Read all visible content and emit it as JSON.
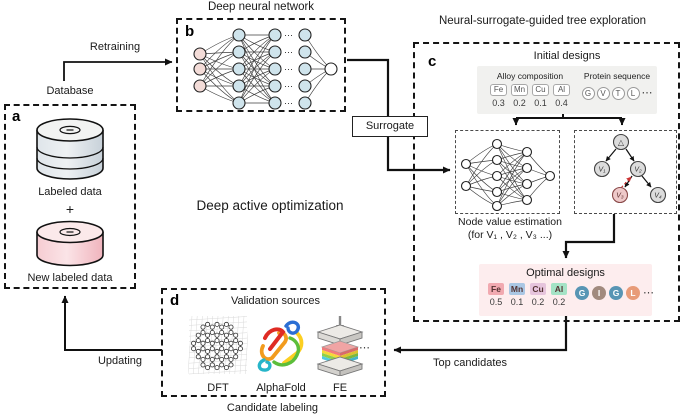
{
  "titles": {
    "deep_neural_network": "Deep neural network",
    "tree_exploration": "Neural-surrogate-guided tree exploration",
    "deep_active_optimization": "Deep active optimization"
  },
  "arrows": {
    "retraining": "Retraining",
    "surrogate": "Surrogate",
    "updating": "Updating",
    "top_candidates": "Top candidates"
  },
  "panel_a": {
    "letter": "a",
    "title": "Database",
    "labeled_data": "Labeled data",
    "plus": "+",
    "new_labeled_data": "New labeled data"
  },
  "panel_b": {
    "letter": "b"
  },
  "panel_c": {
    "letter": "c",
    "initial_designs_title": "Initial designs",
    "alloy": {
      "label": "Alloy composition",
      "elements": [
        "Fe",
        "Mn",
        "Cu",
        "Al"
      ],
      "values": [
        "0.3",
        "0.2",
        "0.1",
        "0.4"
      ]
    },
    "protein": {
      "label": "Protein sequence",
      "residues": [
        "G",
        "V",
        "T",
        "L"
      ],
      "ellipsis": "⋯"
    },
    "node_value_line1": "Node value estimation",
    "node_value_line2": "(for V₁ , V₂ , V₃ ...)",
    "tree": {
      "root": "△",
      "nodes": [
        "V₁",
        "V₂",
        "V₃",
        "V₄"
      ]
    },
    "optimal": {
      "title": "Optimal designs",
      "elements": [
        {
          "symbol": "Fe",
          "value": "0.5",
          "color": "#f1a9b0"
        },
        {
          "symbol": "Mn",
          "value": "0.1",
          "color": "#aac7e4"
        },
        {
          "symbol": "Cu",
          "value": "0.2",
          "color": "#e6c4dc"
        },
        {
          "symbol": "Al",
          "value": "0.2",
          "color": "#a4e3c6"
        }
      ],
      "residues": [
        {
          "symbol": "G",
          "color": "#5895b4"
        },
        {
          "symbol": "I",
          "color": "#a18a7e"
        },
        {
          "symbol": "G",
          "color": "#5895b4"
        },
        {
          "symbol": "L",
          "color": "#e89b78"
        }
      ],
      "ellipsis": "⋯"
    }
  },
  "panel_d": {
    "letter": "d",
    "title": "Validation sources",
    "sources": [
      "DFT",
      "AlphaFold",
      "FE"
    ],
    "ellipsis": "⋯",
    "caption": "Candidate labeling"
  }
}
